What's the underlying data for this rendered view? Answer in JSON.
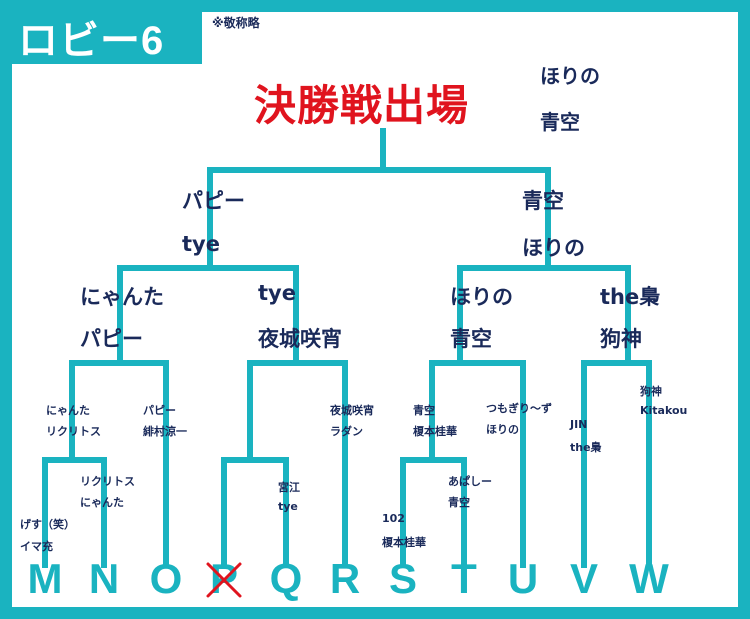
{
  "header": {
    "title": "ロビー6",
    "note": "※敬称略",
    "final_label": "決勝戦出場"
  },
  "final": {
    "name1": "ほりの",
    "name2": "青空"
  },
  "semi": {
    "left": {
      "name1": "パピー",
      "name2": "tye"
    },
    "right": {
      "name1": "青空",
      "name2": "ほりの"
    }
  },
  "quarter": {
    "q1": {
      "name1": "にゃんた",
      "name2": "パピー"
    },
    "q2": {
      "name1": "tye",
      "name2": "夜城咲宵"
    },
    "q3": {
      "name1": "ほりの",
      "name2": "青空"
    },
    "q4": {
      "name1": "the梟",
      "name2": "狗神"
    }
  },
  "round2": {
    "mn": {
      "name1": "にゃんた",
      "name2": "リクリトス"
    },
    "o": {
      "name1": "パピー",
      "name2": "緋村涼一"
    },
    "r": {
      "name1": "夜城咲宵",
      "name2": "ラダン"
    },
    "st": {
      "name1": "青空",
      "name2": "榎本桂華"
    },
    "u": {
      "name1": "つもぎり〜ず",
      "name2": "ほりの"
    },
    "v": {
      "name1": "JIN",
      "name2": "the梟"
    },
    "w": {
      "name1": "狗神",
      "name2": "Kitakou"
    }
  },
  "round1": {
    "m": {
      "name1": "げす（笑）",
      "name2": "イマ充"
    },
    "n": {
      "name1": "リクリトス",
      "name2": "にゃんた"
    },
    "q": {
      "name1": "宮江",
      "name2": "tye"
    },
    "s": {
      "name1": "102",
      "name2": "榎本桂華"
    },
    "t": {
      "name1": "あぱしー",
      "name2": "青空"
    }
  },
  "slots": [
    "M",
    "N",
    "O",
    "P",
    "Q",
    "R",
    "S",
    "T",
    "U",
    "V",
    "W"
  ],
  "crossed_slot": "P",
  "colors": {
    "line": "#1ab3c0",
    "text": "#1a2a5a",
    "final": "#e0141e",
    "cross": "#e0141e"
  }
}
